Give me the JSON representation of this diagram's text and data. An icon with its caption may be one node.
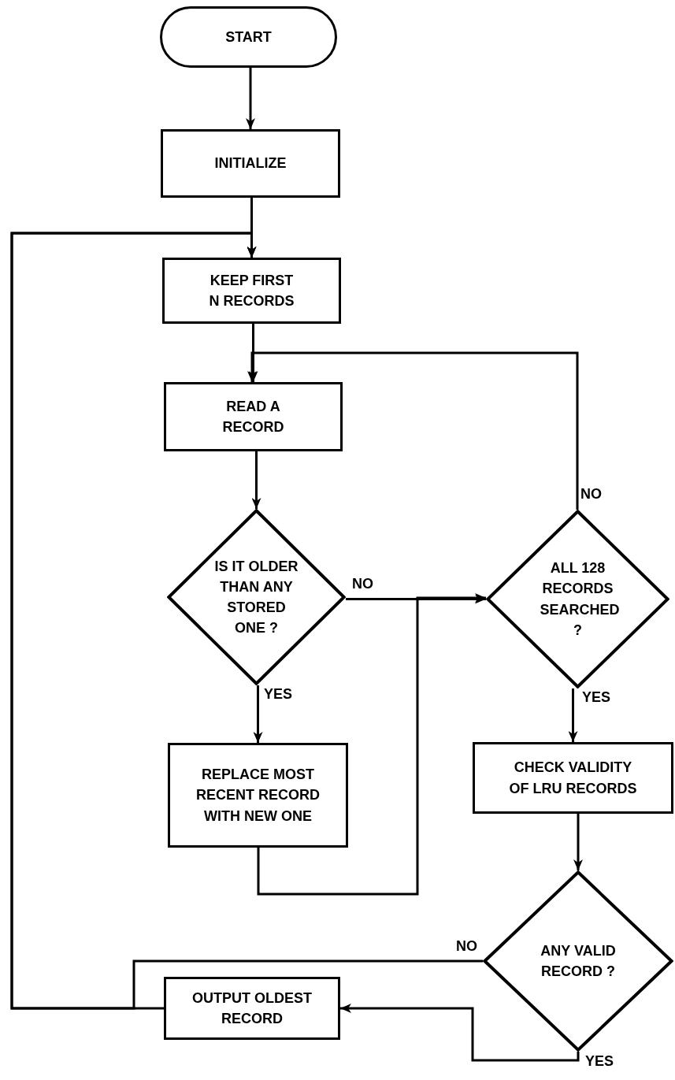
{
  "diagram": {
    "nodes": [
      {
        "text": [
          "START"
        ]
      },
      {
        "text": [
          "INITIALIZE"
        ]
      },
      {
        "text": [
          "KEEP FIRST N RECORDS"
        ]
      },
      {
        "text": [
          "READ A RECORD"
        ]
      },
      {
        "text": [
          "IS IT OLDER THAN ANY STORED ONE ?"
        ]
      },
      {
        "text": [
          "REPLACE MOST RECENT RECORD WITH NEW ONE"
        ]
      },
      {
        "text": [
          "ALL 128 RECORDS SEARCHED ?"
        ]
      },
      {
        "text": [
          "CHECK VALIDITY OF LRU RECORDS"
        ]
      },
      {
        "text": [
          "ANY VALID RECORD ?"
        ]
      },
      {
        "text": [
          "OUTPUT OLDEST RECORD"
        ]
      }
    ],
    "edges": [
      {
        "from": 0,
        "to": 1,
        "arrow": "to"
      },
      {
        "from": 1,
        "to": 2,
        "arrow": "to"
      },
      {
        "from": 2,
        "to": 3,
        "arrow": "to"
      },
      {
        "from": 3,
        "to": 4,
        "arrow": "to"
      },
      {
        "from": 4,
        "to": 6,
        "arrow": "to",
        "label": "NO"
      },
      {
        "from": 4,
        "to": 5,
        "arrow": "to",
        "label": "YES"
      },
      {
        "from": 5,
        "to": 6,
        "arrow": "to"
      },
      {
        "from": 6,
        "to": 3,
        "arrow": "to",
        "label": "NO"
      },
      {
        "from": 6,
        "to": 7,
        "arrow": "to",
        "label": "YES"
      },
      {
        "from": 7,
        "to": 8,
        "arrow": "to"
      },
      {
        "from": 8,
        "to": 2,
        "arrow": "to",
        "label": "NO"
      },
      {
        "from": 8,
        "to": 9,
        "arrow": "to",
        "label": "YES"
      },
      {
        "from": 9,
        "to": 2,
        "arrow": "to"
      }
    ]
  }
}
